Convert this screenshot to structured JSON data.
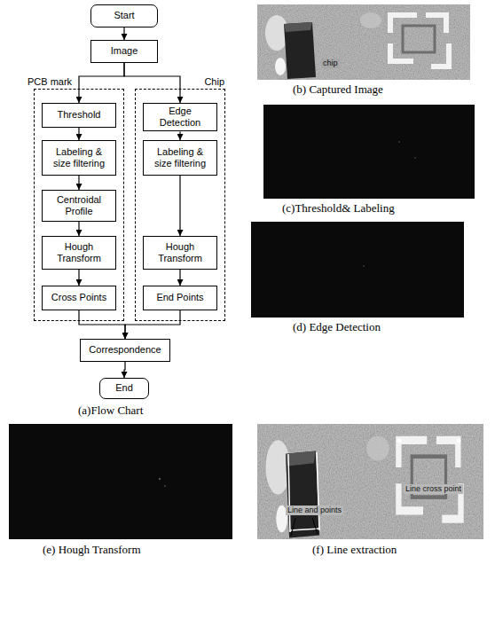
{
  "diagram": {
    "nodes": [
      {
        "text": [
          "Start"
        ]
      },
      {
        "text": [
          "Image"
        ]
      },
      {
        "text": [
          "PCB mark"
        ]
      },
      {
        "text": [
          "Threshold"
        ],
        "in": 2
      },
      {
        "text": [
          "Labeling & size filtering"
        ],
        "in": 2
      },
      {
        "text": [
          "Centroidal Profile"
        ],
        "in": 2
      },
      {
        "text": [
          "Hough Transform"
        ],
        "in": 2
      },
      {
        "text": [
          "Cross Points"
        ],
        "in": 2
      },
      {
        "text": [
          "Chip"
        ]
      },
      {
        "text": [
          "Edge Detection"
        ],
        "in": 8
      },
      {
        "text": [
          "Labeling & size filtering"
        ],
        "in": 8
      },
      {
        "text": [
          "Hough Transform"
        ],
        "in": 8
      },
      {
        "text": [
          "End Points"
        ],
        "in": 8
      },
      {
        "text": [
          "Correspondence"
        ]
      },
      {
        "text": [
          "End"
        ]
      }
    ],
    "edges": [
      {
        "from": 0,
        "to": 1,
        "arrow": "to"
      },
      {
        "from": 1,
        "to": 3,
        "arrow": "to"
      },
      {
        "from": 1,
        "to": 9,
        "arrow": "to"
      },
      {
        "from": 3,
        "to": 4,
        "arrow": "to"
      },
      {
        "from": 4,
        "to": 5,
        "arrow": "to"
      },
      {
        "from": 5,
        "to": 6,
        "arrow": "to"
      },
      {
        "from": 6,
        "to": 7,
        "arrow": "to"
      },
      {
        "from": 9,
        "to": 10,
        "arrow": "to"
      },
      {
        "from": 10,
        "to": 11,
        "arrow": "to"
      },
      {
        "from": 11,
        "to": 12,
        "arrow": "to"
      },
      {
        "from": 7,
        "to": 13,
        "arrow": "to"
      },
      {
        "from": 12,
        "to": 13,
        "arrow": "to"
      },
      {
        "from": 13,
        "to": 14,
        "arrow": "to"
      }
    ],
    "labels": [
      "(a)Flow Chart",
      "(b) Captured Image",
      "chip",
      "(c)Threshold& Labeling",
      "(d) Edge Detection",
      "(e) Hough Transform",
      "(f) Line extraction",
      "Line and points",
      "Line cross point"
    ]
  }
}
